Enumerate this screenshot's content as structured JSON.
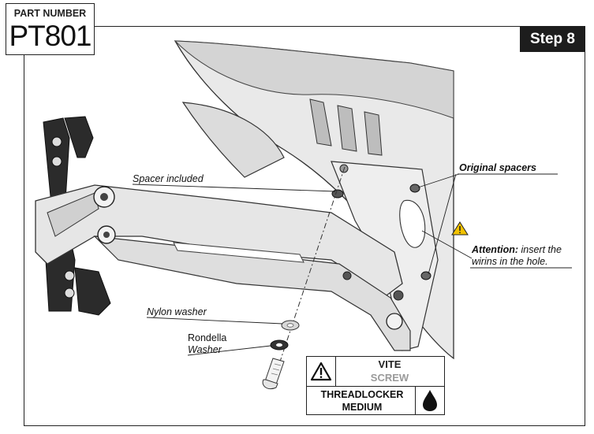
{
  "header": {
    "part_label": "PART NUMBER",
    "part_number": "PT801",
    "step": "Step 8"
  },
  "callouts": {
    "spacer_included": "Spacer included",
    "original_spacers": "Original spacers",
    "attention_prefix": "Attention:",
    "attention_line1": " insert the",
    "attention_line2": "wirins in the hole.",
    "nylon_washer": "Nylon washer",
    "rondella": "Rondella",
    "washer": "Washer"
  },
  "legend": {
    "vite": "VITE",
    "screw": "SCREW",
    "threadlocker": "THREADLOCKER",
    "medium": "MEDIUM"
  },
  "icons": {
    "warning": "warning-triangle-icon",
    "caution": "caution-triangle-icon",
    "drop": "threadlocker-drop-icon"
  },
  "colors": {
    "warning_yellow": "#f2c200",
    "badge_bg": "#1d1d1d",
    "screw_gray": "#9a9a9a"
  }
}
